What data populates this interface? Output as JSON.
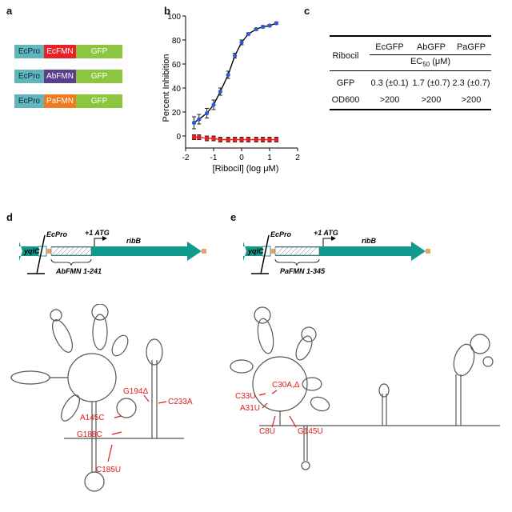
{
  "panels": {
    "a": "a",
    "b": "b",
    "c": "c",
    "d": "d",
    "e": "e"
  },
  "panel_a": {
    "constructs": [
      {
        "promoter": "EcPro",
        "fmn": "EcFMN",
        "reporter": "GFP",
        "fmn_color": "#e8202a"
      },
      {
        "promoter": "EcPro",
        "fmn": "AbFMN",
        "reporter": "GFP",
        "fmn_color": "#5b3f8a"
      },
      {
        "promoter": "EcPro",
        "fmn": "PaFMN",
        "reporter": "GFP",
        "fmn_color": "#f07b1f"
      }
    ]
  },
  "chart_data": {
    "type": "line",
    "xlabel": "[Ribocil] (log μM)",
    "ylabel": "Percent Inhibition",
    "xlim": [
      -2,
      2
    ],
    "ylim": [
      -10,
      100
    ],
    "xticks": [
      -2,
      -1,
      0,
      1,
      2
    ],
    "yticks": [
      0,
      20,
      40,
      60,
      80,
      100
    ],
    "series": [
      {
        "color": "#2e5bd0",
        "x": [
          -1.7,
          -1.52,
          -1.24,
          -1.0,
          -0.76,
          -0.48,
          -0.24,
          0.0,
          0.24,
          0.52,
          0.76,
          1.0,
          1.24
        ],
        "y": [
          11,
          14,
          19,
          26,
          37,
          51,
          67,
          78,
          85,
          89,
          91,
          92,
          94
        ],
        "err": [
          5,
          4,
          4,
          4,
          3,
          3,
          2,
          2,
          1,
          1,
          1,
          1,
          1
        ]
      },
      {
        "color": "#e02222",
        "x": [
          -1.7,
          -1.52,
          -1.24,
          -1.0,
          -0.76,
          -0.48,
          -0.24,
          0.0,
          0.24,
          0.52,
          0.76,
          1.0,
          1.24
        ],
        "y": [
          -1,
          -1,
          -2,
          -2,
          -3,
          -3,
          -3,
          -3,
          -3,
          -3,
          -3,
          -3,
          -3
        ],
        "err": [
          2,
          2,
          2,
          2,
          2,
          2,
          2,
          2,
          2,
          2,
          2,
          2,
          2
        ]
      }
    ]
  },
  "panel_c": {
    "row_header": "Ribocil",
    "columns": [
      "EcGFP",
      "AbGFP",
      "PaGFP"
    ],
    "ec50_label": "EC",
    "ec50_sub": "50",
    "ec50_unit": " (μM)",
    "rows": [
      {
        "label": "GFP",
        "values": [
          "0.3 (±0.1)",
          "1.7 (±0.7)",
          "2.3 (±0.7)"
        ]
      },
      {
        "label": "OD600",
        "values": [
          ">200",
          ">200",
          ">200"
        ]
      }
    ]
  },
  "panel_d": {
    "gene_left": "yqiC",
    "promoter": "EcPro",
    "start": "+1 ATG",
    "gene_right": "ribB",
    "region": "AbFMN 1-241",
    "mutations": [
      "G194Δ",
      "C233A",
      "A145C",
      "G188C",
      "C185U"
    ]
  },
  "panel_e": {
    "gene_left": "yqiC",
    "promoter": "EcPro",
    "start": "+1 ATG",
    "gene_right": "ribB",
    "region": "PaFMN 1-345",
    "mutations": [
      "C30A,Δ",
      "C33U",
      "A31U",
      "C8U",
      "G145U"
    ]
  },
  "colors": {
    "gene_arrow": "#0f9a8c",
    "mutation": "#e01b1b",
    "structure": "#555555"
  }
}
